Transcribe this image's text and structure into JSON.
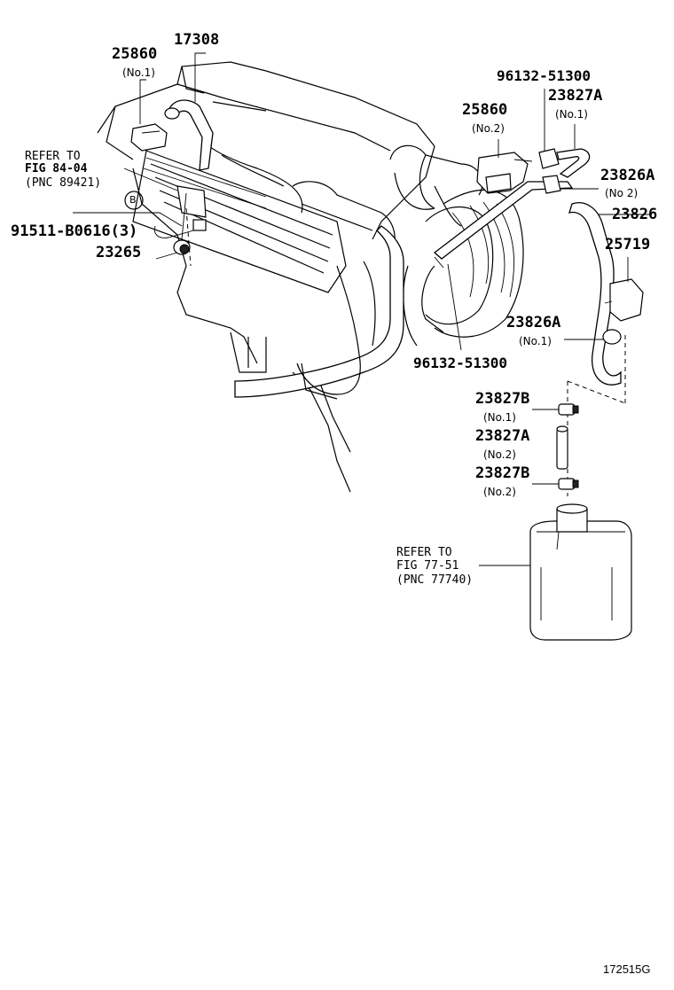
{
  "labels": {
    "p17308": "17308",
    "p25860_1": "25860",
    "p25860_1_sub": "(No.1)",
    "ref1_line1": "REFER TO",
    "ref1_line2": "FIG 84-04",
    "ref1_line3": "(PNC 89421)",
    "circle_b": "B",
    "p91511": "91511-B0616(3)",
    "p23265": "23265",
    "p96132_top": "96132-51300",
    "p23827A_top": "23827A",
    "p23827A_top_sub": "(No.1)",
    "p25860_2": "25860",
    "p25860_2_sub": "(No.2)",
    "p23826A_top": "23826A",
    "p23826A_top_sub": "(No 2)",
    "p23826": "23826",
    "p25719": "25719",
    "p23826A_bot": "23826A",
    "p23826A_bot_sub": "(No.1)",
    "p96132_bot": "96132-51300",
    "p23827B_1": "23827B",
    "p23827B_1_sub": "(No.1)",
    "p23827A_2": "23827A",
    "p23827A_2_sub": "(No.2)",
    "p23827B_2": "23827B",
    "p23827B_2_sub": "(No.2)",
    "ref2_line1": "REFER TO",
    "ref2_line2": "FIG 77-51",
    "ref2_line3": "(PNC 77740)",
    "figure_code": "172515G"
  }
}
